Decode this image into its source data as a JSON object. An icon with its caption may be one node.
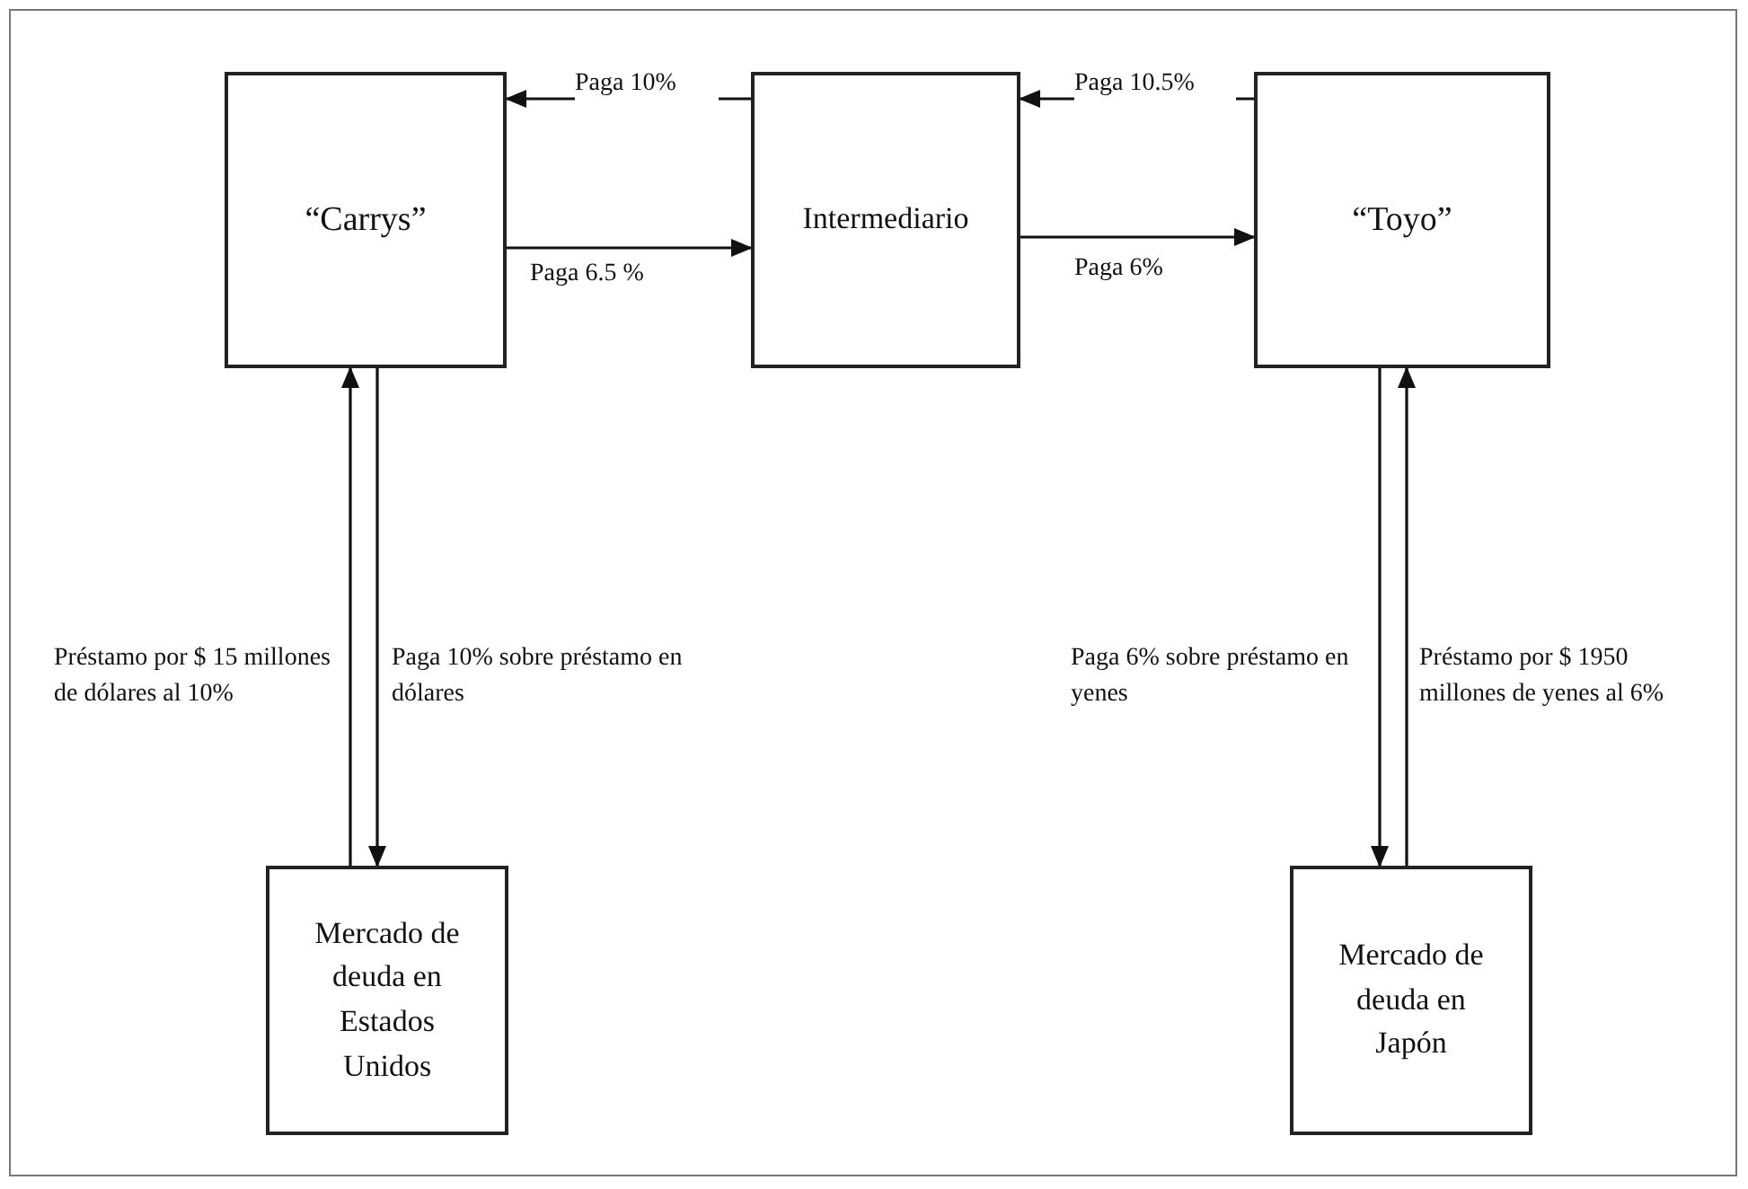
{
  "diagram": {
    "nodes": [
      {
        "text": [
          "“Carrys”"
        ]
      },
      {
        "text": [
          "Intermediario"
        ]
      },
      {
        "text": [
          "“Toyo”"
        ]
      },
      {
        "text": [
          "Mercado de deuda en Estados Unidos"
        ]
      },
      {
        "text": [
          "Mercado de deuda en Japón"
        ]
      }
    ],
    "edges": [
      {
        "from": 1,
        "to": 0,
        "arrow": "to",
        "label": "Paga 10%"
      },
      {
        "from": 0,
        "to": 1,
        "arrow": "to",
        "label": "Paga 6.5 %"
      },
      {
        "from": 2,
        "to": 1,
        "arrow": "to",
        "label": "Paga 10.5%"
      },
      {
        "from": 1,
        "to": 2,
        "arrow": "to",
        "label": "Paga 6%"
      },
      {
        "from": 3,
        "to": 0,
        "arrow": "to",
        "label": "Préstamo por $ 15 millones de dólares al 10%"
      },
      {
        "from": 0,
        "to": 3,
        "arrow": "to",
        "label": "Paga 10% sobre préstamo en dólares"
      },
      {
        "from": 2,
        "to": 4,
        "arrow": "to",
        "label": "Paga 6% sobre préstamo en yenes"
      },
      {
        "from": 4,
        "to": 2,
        "arrow": "to",
        "label": "Préstamo por $ 1950 millones de yenes al 6%"
      }
    ]
  }
}
